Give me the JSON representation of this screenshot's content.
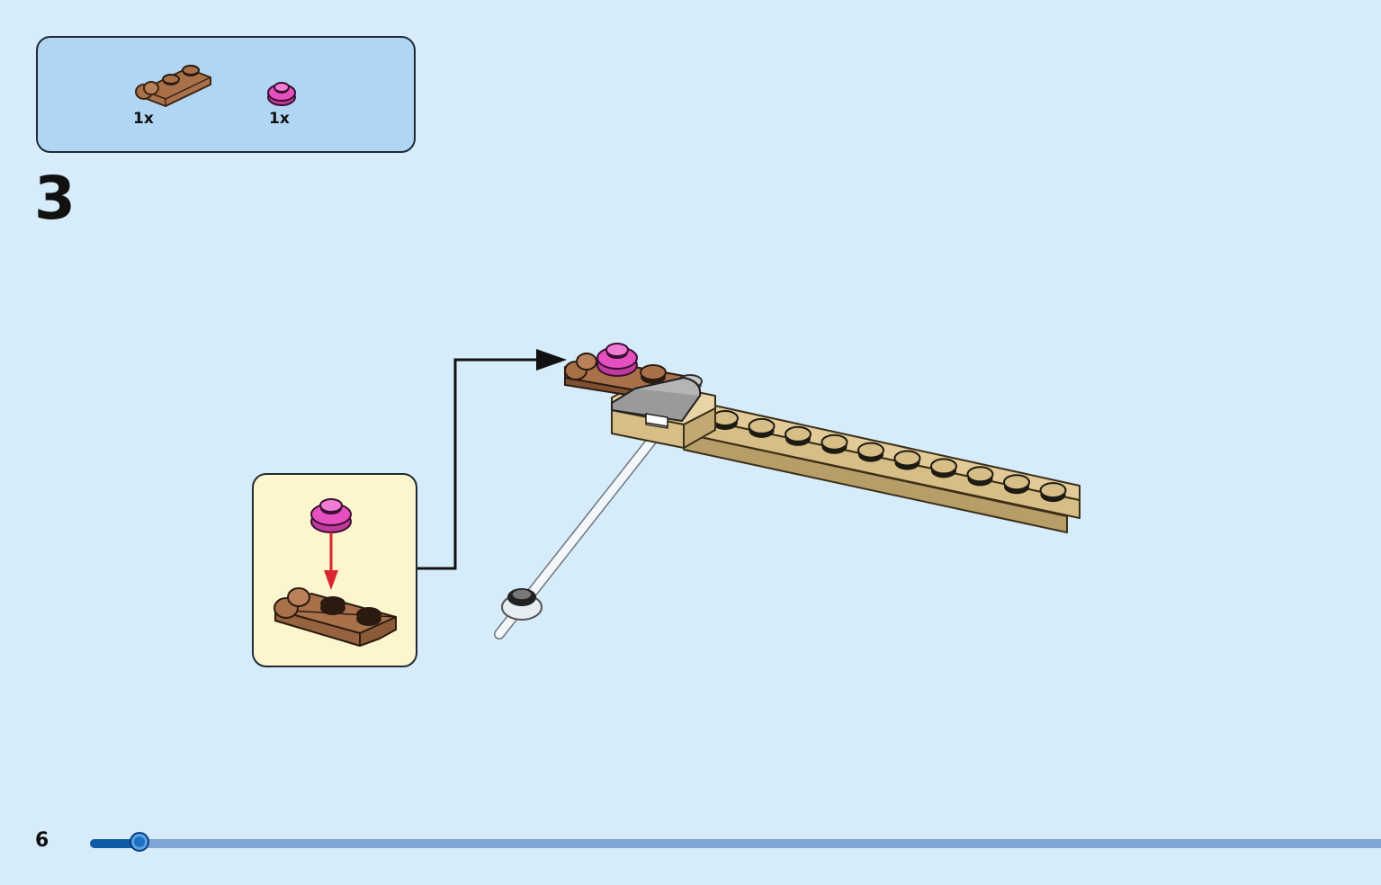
{
  "parts_list": {
    "items": [
      {
        "icon": "brown-plate-with-clip-icon",
        "quantity": "1x",
        "color": "#a9714a"
      },
      {
        "icon": "pink-round-plate-icon",
        "quantity": "1x",
        "color": "#e64fc0"
      }
    ]
  },
  "step": {
    "number": "3"
  },
  "page": {
    "number": "6",
    "progress_percent": 3.8
  },
  "colors": {
    "background": "#d6ecfa",
    "parts_box": "#b1d6f4",
    "callout": "#fdf5cd",
    "brown_plate": "#a9714a",
    "pink_plate": "#e64fc0",
    "tan_plate": "#d7bd86",
    "grey_slope": "#9a9a9a",
    "arrow_red": "#d8262e",
    "progress_fill": "#0f5aa5",
    "progress_track": "#7fa5d4"
  }
}
